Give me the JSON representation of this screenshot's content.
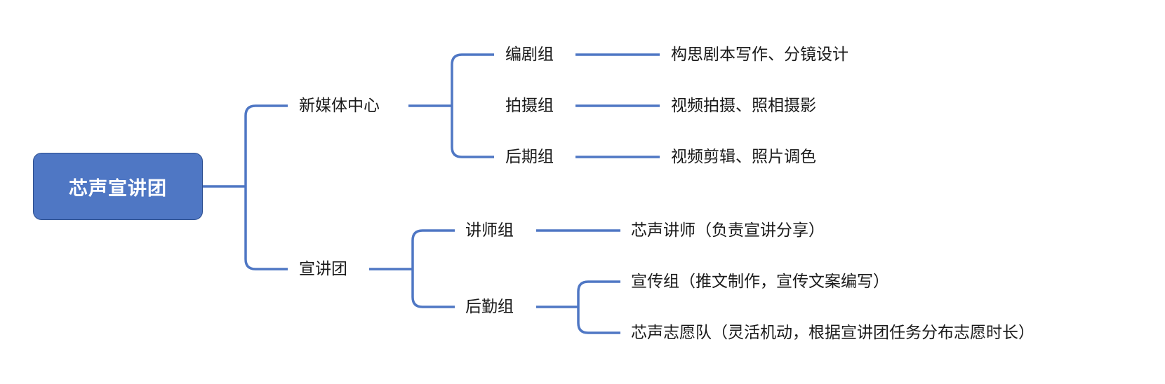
{
  "colors": {
    "line": "#4f77c4",
    "root_fill": "#4f77c4",
    "root_text": "#ffffff",
    "text": "#1a1a1a"
  },
  "root": {
    "label": "芯声宣讲团"
  },
  "branches": [
    {
      "label": "新媒体中心",
      "children": [
        {
          "label": "编剧组",
          "detail": [
            "构思剧本写作、分镜设计"
          ]
        },
        {
          "label": "拍摄组",
          "detail": [
            "视频拍摄、照相摄影"
          ]
        },
        {
          "label": "后期组",
          "detail": [
            "视频剪辑、照片调色"
          ]
        }
      ]
    },
    {
      "label": "宣讲团",
      "children": [
        {
          "label": "讲师组",
          "detail": [
            "芯声讲师（负责宣讲分享）"
          ]
        },
        {
          "label": "后勤组",
          "detail": [
            "宣传组（推文制作，宣传文案编写）",
            "芯声志愿队（灵活机动，根据宣讲团任务分布志愿时长）"
          ]
        }
      ]
    }
  ]
}
